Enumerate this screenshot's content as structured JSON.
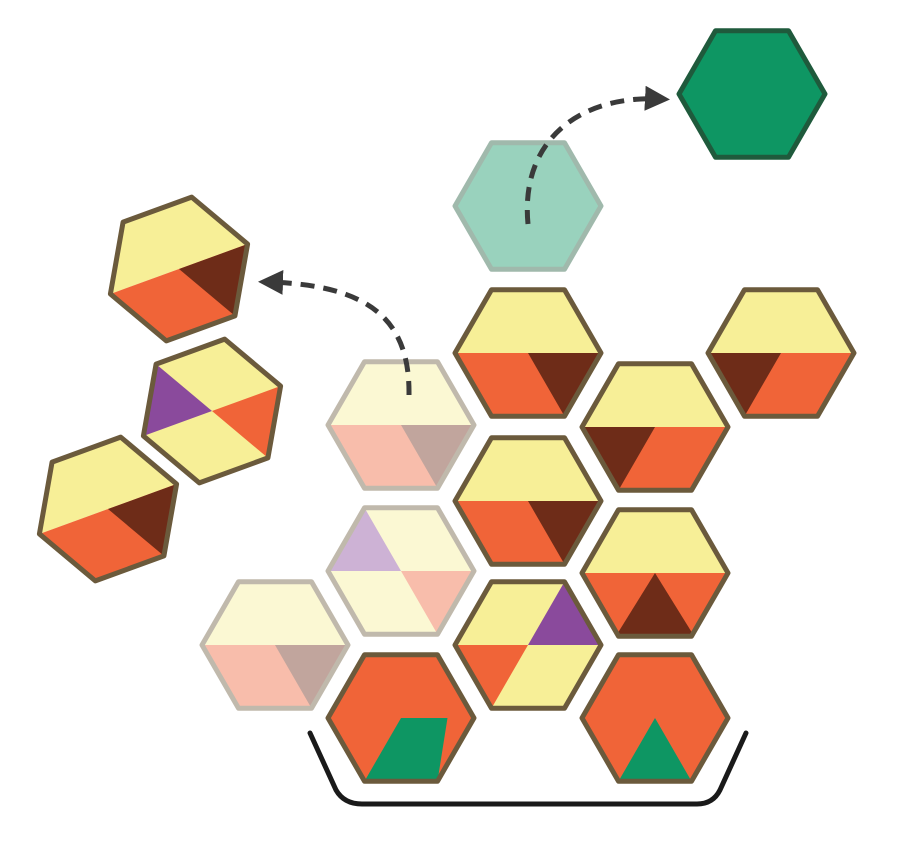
{
  "palette": {
    "yellow": "#f7ef97",
    "orange": "#f06438",
    "brown": "#6e2c18",
    "purple": "#8a4a9c",
    "green": "#0e9663",
    "outline": "#6b5a3c",
    "arrow": "#3a3a3a",
    "tray": "#1a1a1a"
  },
  "tiles": [
    {
      "name": "removed-tile-top-left",
      "pattern": "pattern-a",
      "faded": false,
      "interactable": false
    },
    {
      "name": "removed-tile-middle-left",
      "pattern": "pattern-b",
      "faded": false,
      "interactable": false
    },
    {
      "name": "removed-tile-bottom-left",
      "pattern": "pattern-a",
      "faded": false,
      "interactable": false
    },
    {
      "name": "ghost-tile-origin-left",
      "pattern": "pattern-a",
      "faded": true,
      "interactable": false
    },
    {
      "name": "board-tile-col2-r1",
      "pattern": "pattern-a",
      "faded": false,
      "interactable": true
    },
    {
      "name": "board-tile-col4-r1",
      "pattern": "pattern-c",
      "faded": false,
      "interactable": true
    },
    {
      "name": "board-tile-col3-r1",
      "pattern": "pattern-c",
      "faded": false,
      "interactable": true
    },
    {
      "name": "board-tile-col2-r2",
      "pattern": "pattern-a",
      "faded": false,
      "interactable": true
    },
    {
      "name": "ghost-tile-purple",
      "pattern": "pattern-b",
      "faded": true,
      "interactable": false
    },
    {
      "name": "board-tile-col3-r2",
      "pattern": "pattern-d",
      "faded": false,
      "interactable": true
    },
    {
      "name": "ghost-tile-bottom-left",
      "pattern": "pattern-a",
      "faded": true,
      "interactable": false
    },
    {
      "name": "board-tile-purple-right",
      "pattern": "pattern-e",
      "faded": false,
      "interactable": true
    },
    {
      "name": "tray-tile-left",
      "pattern": "pattern-f",
      "faded": false,
      "interactable": true
    },
    {
      "name": "tray-tile-right",
      "pattern": "pattern-g",
      "faded": false,
      "interactable": true
    },
    {
      "name": "ghost-tile-green",
      "pattern": "solid-green",
      "faded": true,
      "interactable": false
    },
    {
      "name": "removed-tile-green",
      "pattern": "solid-green",
      "faded": false,
      "interactable": false
    }
  ],
  "arrows": [
    {
      "name": "move-arrow-left"
    },
    {
      "name": "move-arrow-green"
    }
  ],
  "tray": {
    "name": "tile-tray"
  }
}
